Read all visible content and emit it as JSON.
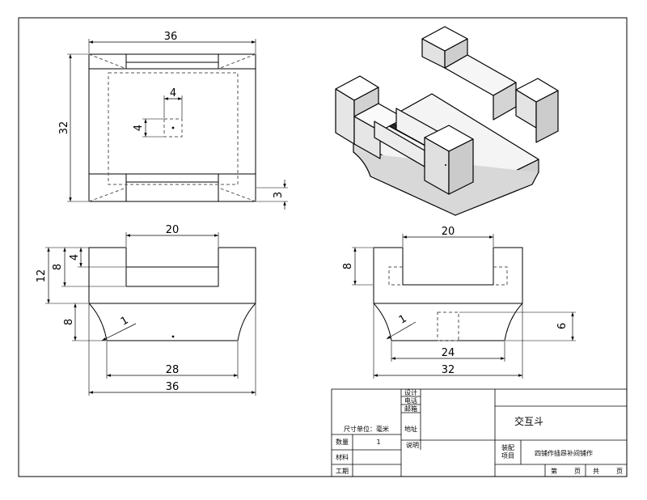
{
  "views": {
    "top": {
      "width": "36",
      "height": "32",
      "hole_w": "4",
      "hole_h": "4",
      "edge": "3"
    },
    "front": {
      "top_gap": "20",
      "total_h": "12",
      "upper_h": "8",
      "slot_h": "4",
      "lower_h": "8",
      "radius": "1",
      "bottom_w": "28",
      "total_w": "36"
    },
    "side": {
      "top_gap": "20",
      "upper_h": "8",
      "hole_h": "6",
      "radius": "1",
      "bottom_w": "24",
      "total_w": "32"
    }
  },
  "title_block": {
    "unit": "尺寸单位：毫米",
    "quantity_label": "数量",
    "quantity_value": "1",
    "material_label": "材料",
    "date_label": "工期",
    "design_label": "设计",
    "phone_label": "电话",
    "email_label": "邮箱",
    "address_label": "地址",
    "notes_label": "说明",
    "part_name": "交互斗",
    "assembly_label_1": "装配",
    "assembly_label_2": "项目",
    "project_name": "四铺作插昂补间铺作",
    "page_di": "第",
    "page_ye1": "页",
    "page_gong": "共",
    "page_ye2": "页"
  }
}
